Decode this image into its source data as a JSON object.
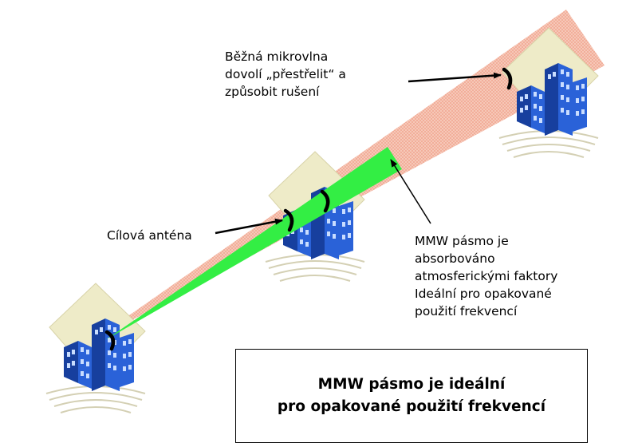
{
  "labels": {
    "microwave_note": "Běžná mikrovlna\ndovolí „přestřelit“ a\nzpůsobit rušení",
    "target_antenna": "Cílová anténa",
    "mmw_note": "MMW pásmo je\nabsorbováno\natmosferickými faktory\nIdeální pro opakované\npoužití frekvencí"
  },
  "summary": "MMW pásmo je ideální\npro opakované použití frekvencí",
  "colors": {
    "microwave_beam": "#f4b6a4",
    "mmw_beam": "#33ee44",
    "building": "#2a62d8",
    "building_dark": "#173f9e",
    "window": "#c9ddff",
    "diamond": "#eeebc8",
    "antenna": "#000000"
  },
  "icons": [
    "building-icon",
    "antenna-dish-icon",
    "arrow-icon"
  ]
}
